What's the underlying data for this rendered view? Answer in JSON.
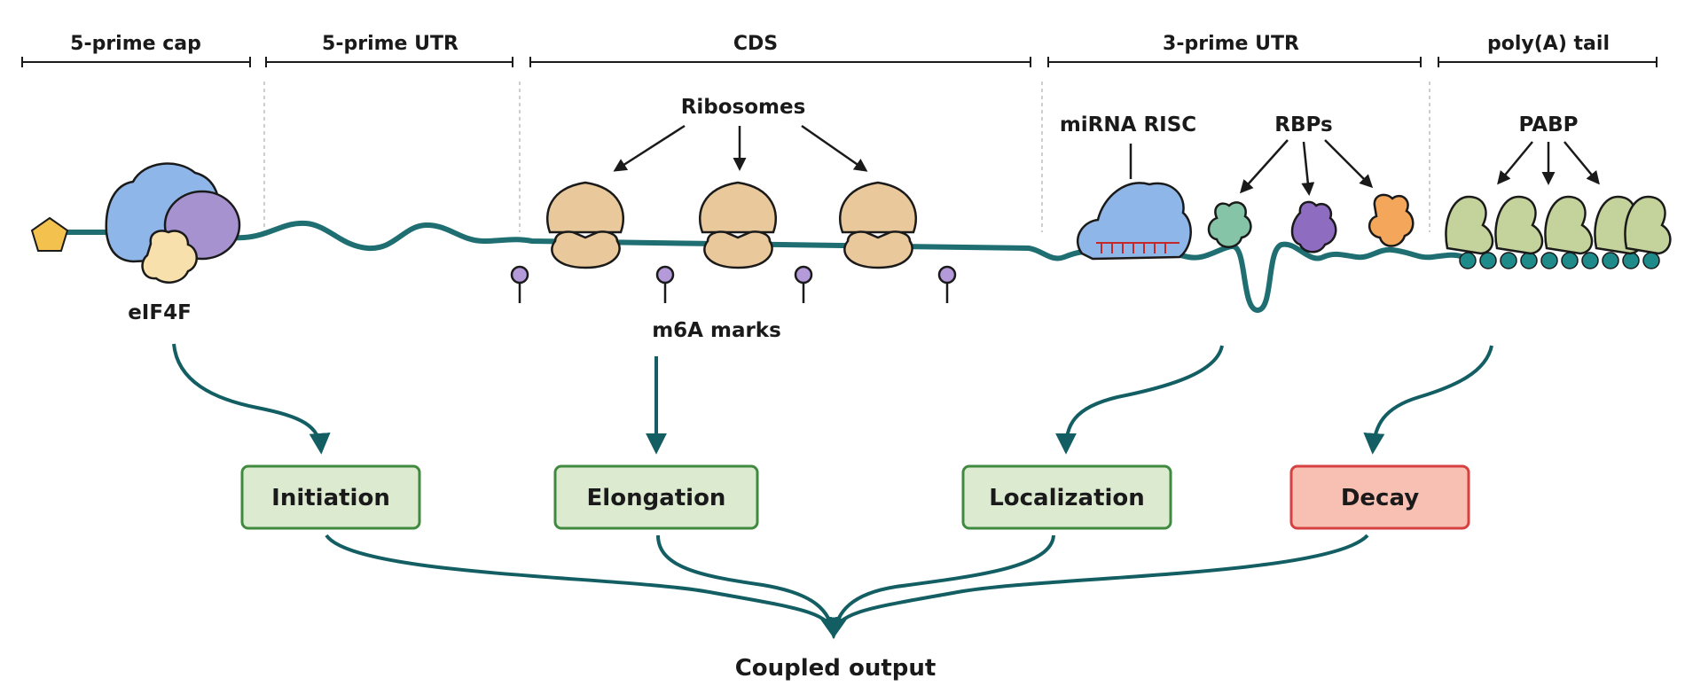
{
  "regions": [
    {
      "label": "5-prime cap"
    },
    {
      "label": "5-prime UTR"
    },
    {
      "label": "CDS"
    },
    {
      "label": "3-prime UTR"
    },
    {
      "label": "poly(A) tail"
    }
  ],
  "annotations": {
    "eif4f": "eIF4F",
    "ribosomes": "Ribosomes",
    "m6a": "m6A marks",
    "mirna": "miRNA RISC",
    "rbps": "RBPs",
    "pabp": "PABP"
  },
  "processes": [
    {
      "label": "Initiation",
      "kind": "normal"
    },
    {
      "label": "Elongation",
      "kind": "normal"
    },
    {
      "label": "Localization",
      "kind": "normal"
    },
    {
      "label": "Decay",
      "kind": "negative"
    }
  ],
  "output": {
    "label": "Coupled output"
  },
  "colors": {
    "strand": "#1e6e72",
    "arrow_teal": "#135e63",
    "box_green_fill": "#dcead0",
    "box_green_stroke": "#3f8a3f",
    "box_red_fill": "#f8bfb3",
    "box_red_stroke": "#d64040",
    "cap": "#f2c14e",
    "eif_blue": "#8fb6e8",
    "eif_purple": "#a692cf",
    "eif_cream": "#f8e0ad",
    "ribosome": "#e9c99b",
    "m6a": "#b49ad8",
    "risc": "#8fb6e8",
    "rbp_green": "#86c4a8",
    "rbp_purple": "#8e6cc0",
    "rbp_orange": "#f4a65a",
    "pabp": "#c3d39b",
    "polya": "#1f8a8a"
  }
}
